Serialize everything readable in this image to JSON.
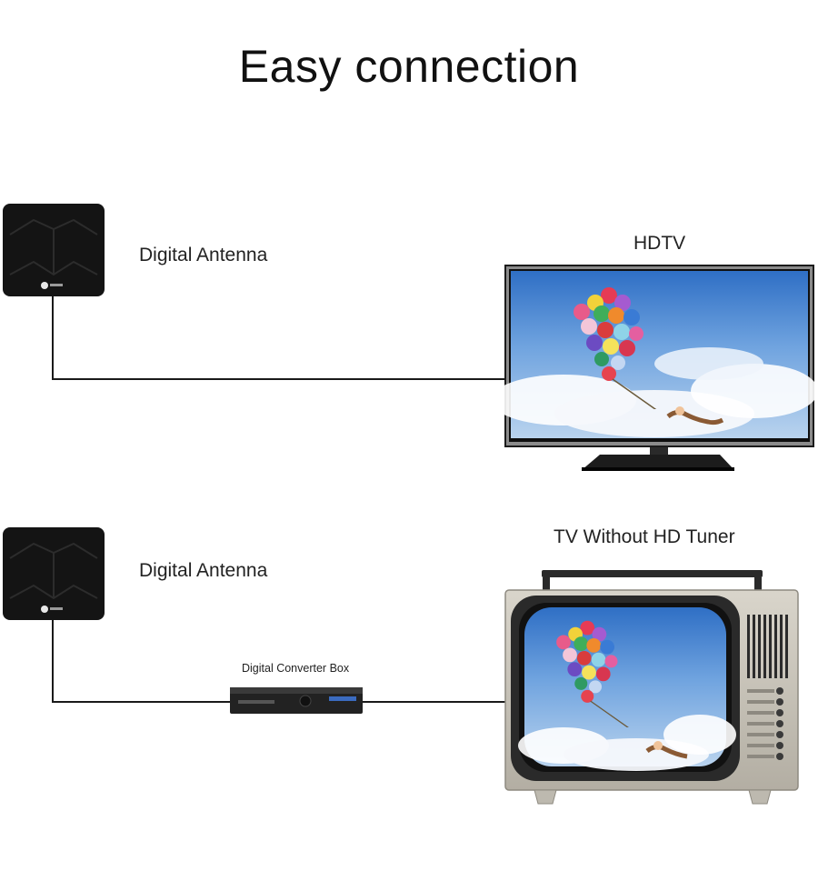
{
  "title": "Easy connection",
  "setup_hdtv": {
    "antenna_label": "Digital Antenna",
    "tv_label": "HDTV"
  },
  "setup_legacy": {
    "antenna_label": "Digital Antenna",
    "converter_label": "Digital Converter Box",
    "tv_label": "TV Without HD Tuner"
  },
  "colors": {
    "antenna_body": "#141414",
    "cable": "#1a1a1a",
    "sky": "#4d8bd6",
    "retro_tv_casing": "#cbc7bd"
  }
}
